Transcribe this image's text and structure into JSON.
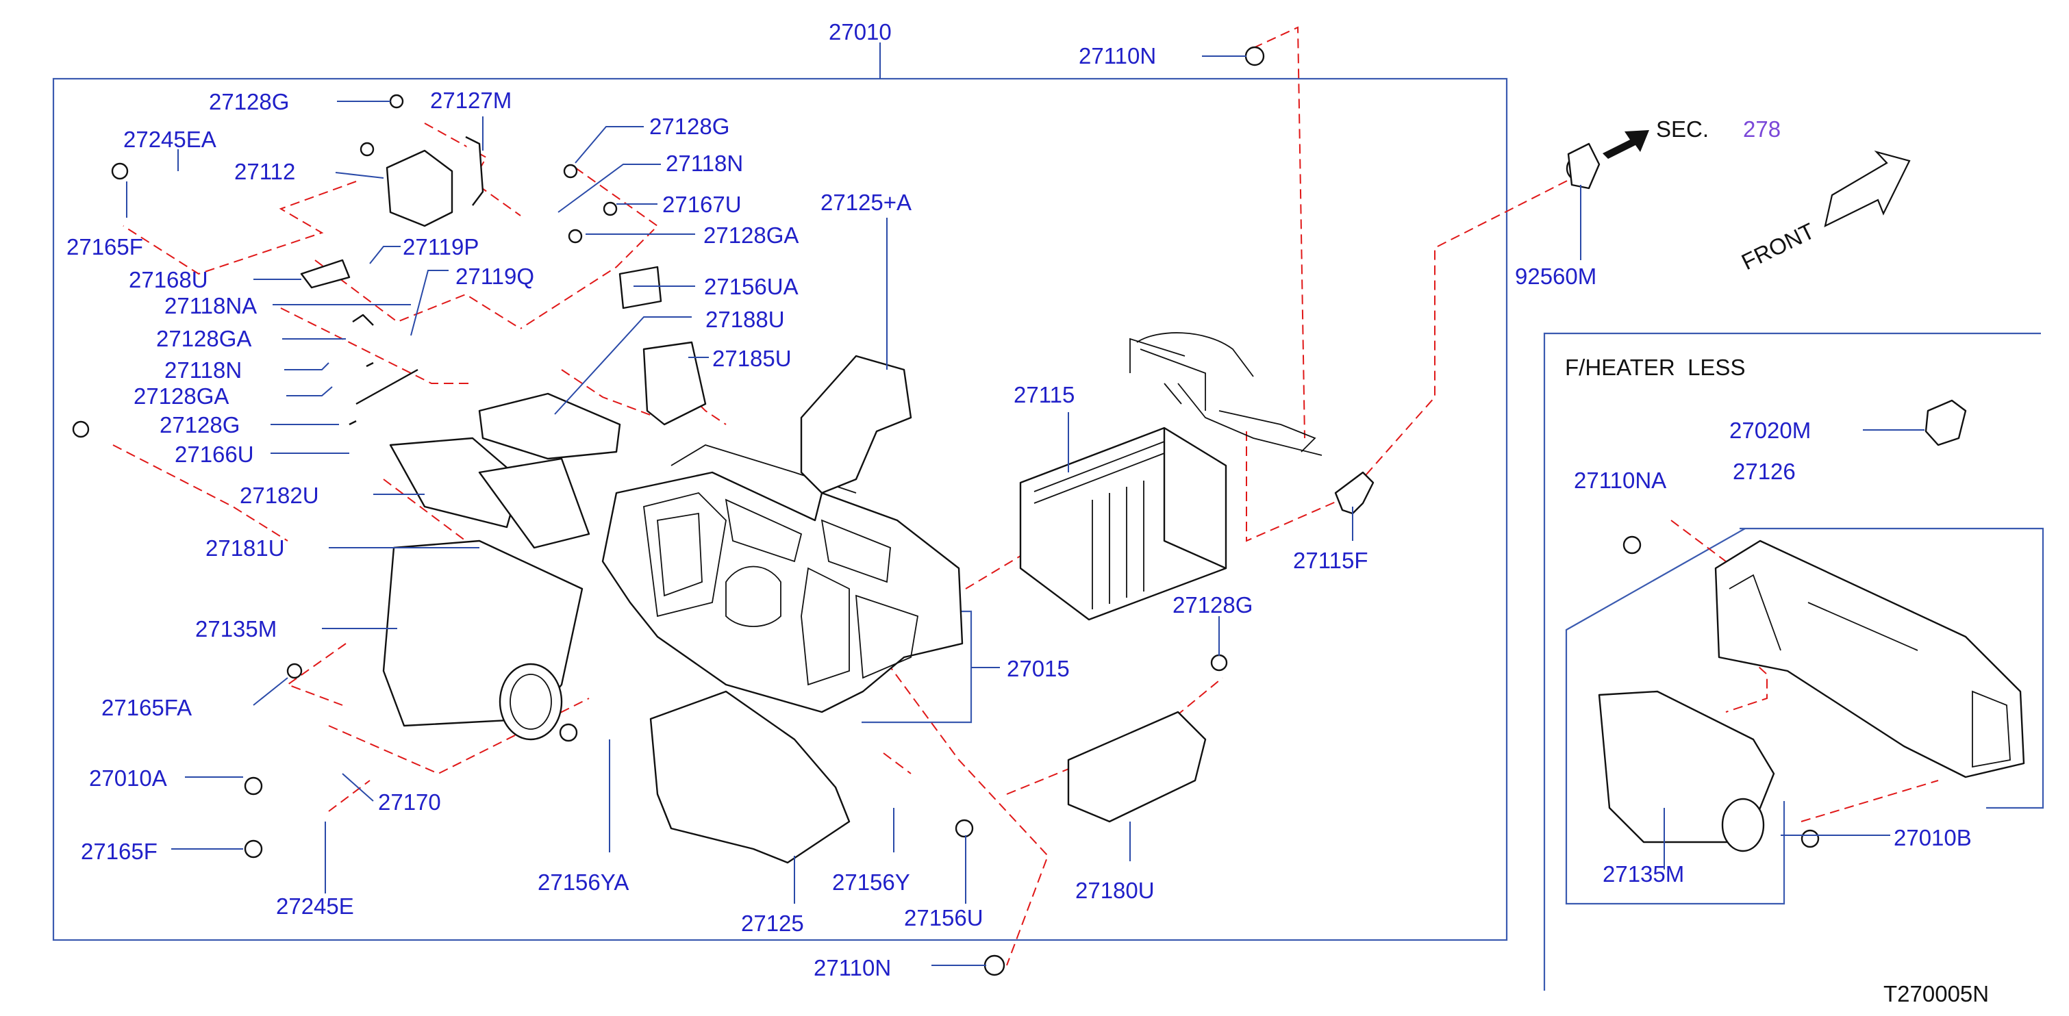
{
  "main_assembly": "27010",
  "parts": {
    "p27110N_top": "27110N",
    "p27128G_a": "27128G",
    "p27127M": "27127M",
    "p27245EA": "27245EA",
    "p27112": "27112",
    "p27165F_a": "27165F",
    "p27128G_b": "27128G",
    "p27118N_a": "27118N",
    "p27167U": "27167U",
    "p27128GA_a": "27128GA",
    "p27125A": "27125+A",
    "p27119P": "27119P",
    "p27168U": "27168U",
    "p27119Q": "27119Q",
    "p27156UA": "27156UA",
    "p27118NA": "27118NA",
    "p27188U": "27188U",
    "p27128GA_b": "27128GA",
    "p27185U": "27185U",
    "p27118N_b": "27118N",
    "p27128GA_c": "27128GA",
    "p27128G_c": "27128G",
    "p27166U": "27166U",
    "p27115": "27115",
    "p27182U": "27182U",
    "p27181U": "27181U",
    "p27115F": "27115F",
    "p27128G_d": "27128G",
    "p27135M": "27135M",
    "p27015": "27015",
    "p27165FA": "27165FA",
    "p27010A": "27010A",
    "p27170": "27170",
    "p27165F_b": "27165F",
    "p27245E": "27245E",
    "p27156YA": "27156YA",
    "p27125": "27125",
    "p27156Y": "27156Y",
    "p27156U": "27156U",
    "p27180U": "27180U",
    "p27110N_bottom": "27110N",
    "p92560M": "92560M"
  },
  "section_ref": {
    "prefix": "SEC.",
    "number": "278"
  },
  "front_label": "FRONT",
  "inset": {
    "title": "F/HEATER  LESS",
    "p27020M": "27020M",
    "p27126": "27126",
    "p27110NA": "27110NA",
    "p27010B": "27010B",
    "p27135M": "27135M"
  },
  "diagram_id": "T270005N",
  "colors": {
    "label": "#2020c8",
    "frame": "#3a5ab0",
    "phantom_line": "#e01818",
    "section_number": "#7a48d8"
  }
}
